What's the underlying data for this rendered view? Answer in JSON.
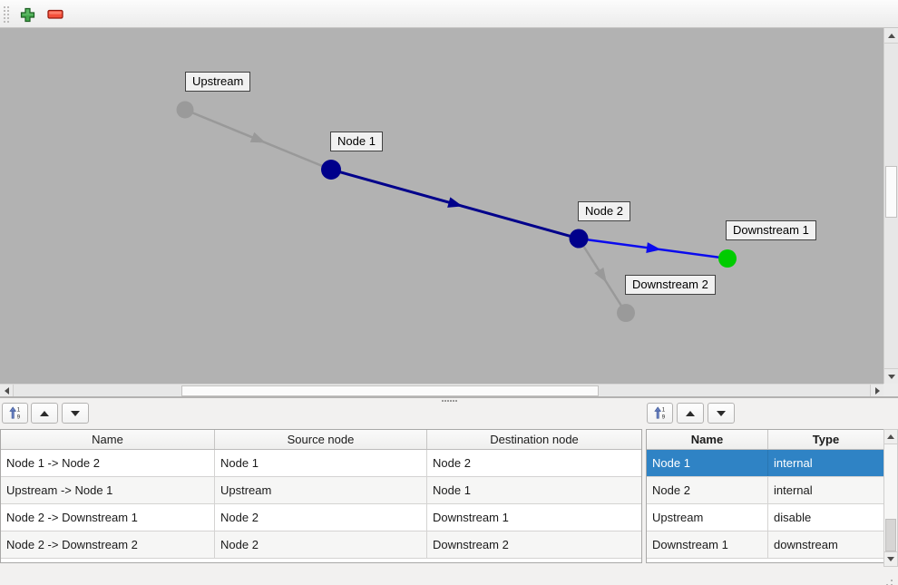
{
  "toolbar": {
    "buttons": [
      {
        "icon": "add-icon",
        "color": "#44a84d"
      },
      {
        "icon": "remove-icon",
        "color": "#f4503a"
      }
    ]
  },
  "graph": {
    "canvas_color": "#b2b2b2",
    "nodes": [
      {
        "label": "Upstream",
        "color": "#9a9a9a"
      },
      {
        "label": "Node 1",
        "color": "#00008b"
      },
      {
        "label": "Node 2",
        "color": "#00008b"
      },
      {
        "label": "Downstream 1",
        "color": "#00cc00"
      },
      {
        "label": "Downstream 2",
        "color": "#9a9a9a"
      }
    ],
    "edges": [
      {
        "from": "Upstream",
        "to": "Node 1",
        "color": "#999999"
      },
      {
        "from": "Node 1",
        "to": "Node 2",
        "color": "#00008b"
      },
      {
        "from": "Node 2",
        "to": "Downstream 1",
        "color": "#0b0bee"
      },
      {
        "from": "Node 2",
        "to": "Downstream 2",
        "color": "#999999"
      }
    ]
  },
  "pane_toolbar": {
    "buttons": [
      {
        "icon": "sort-ascending-icon"
      },
      {
        "icon": "move-up-icon"
      },
      {
        "icon": "move-down-icon"
      }
    ],
    "sort_icon_digits": [
      "1",
      "9"
    ]
  },
  "edge_table": {
    "headers": [
      "Name",
      "Source node",
      "Destination node"
    ],
    "rows": [
      [
        "Node 1 -> Node 2",
        "Node 1",
        "Node 2"
      ],
      [
        "Upstream -> Node 1",
        "Upstream",
        "Node 1"
      ],
      [
        "Node 2 -> Downstream 1",
        "Node 2",
        "Downstream 1"
      ],
      [
        "Node 2 -> Downstream 2",
        "Node 2",
        "Downstream 2"
      ]
    ]
  },
  "node_table": {
    "headers": [
      "Name",
      "Type"
    ],
    "rows": [
      [
        "Node 1",
        "internal"
      ],
      [
        "Node 2",
        "internal"
      ],
      [
        "Upstream",
        "disable"
      ],
      [
        "Downstream 1",
        "downstream"
      ]
    ],
    "selected_row_index": 0,
    "selection_color": "#2f83c5"
  }
}
